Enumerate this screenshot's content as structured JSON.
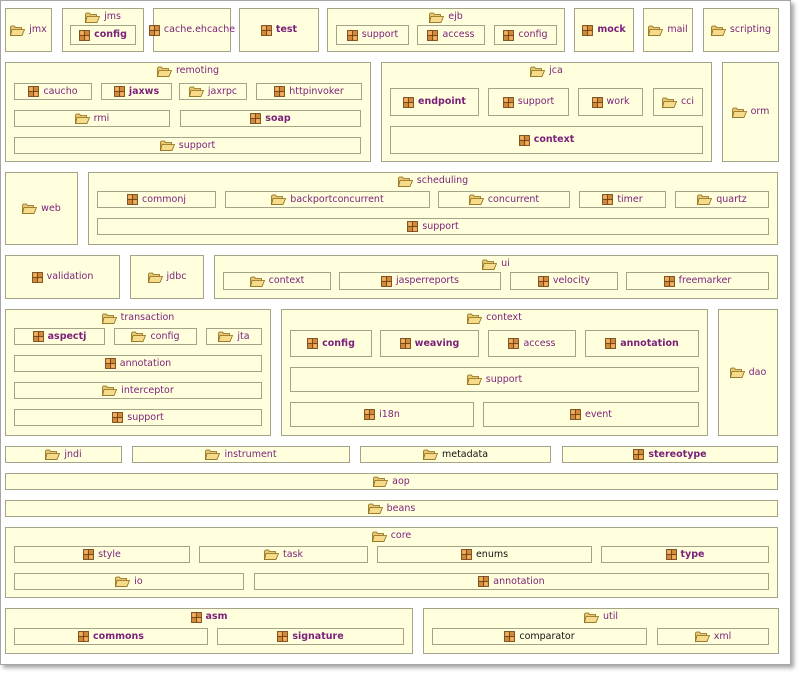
{
  "icon_names": {
    "folder": "folder-icon",
    "package": "package-icon"
  },
  "colors": {
    "box_fill": "#ffffdd",
    "box_border": "#a4a488",
    "label_purple": "#7a1f7a",
    "label_black": "#111111"
  },
  "packages": {
    "jmx": "jmx",
    "jms": "jms",
    "jms_config": "config",
    "cache_ehcache": "cache.ehcache",
    "test": "test",
    "ejb": "ejb",
    "ejb_support": "support",
    "ejb_access": "access",
    "ejb_config": "config",
    "mock": "mock",
    "mail": "mail",
    "scripting": "scripting",
    "remoting": "remoting",
    "caucho": "caucho",
    "jaxws": "jaxws",
    "jaxrpc": "jaxrpc",
    "httpinvoker": "httpinvoker",
    "rmi": "rmi",
    "soap": "soap",
    "remoting_support": "support",
    "jca": "jca",
    "endpoint": "endpoint",
    "jca_support": "support",
    "work": "work",
    "cci": "cci",
    "jca_context": "context",
    "orm": "orm",
    "web": "web",
    "scheduling": "scheduling",
    "commonj": "commonj",
    "backportconcurrent": "backportconcurrent",
    "concurrent": "concurrent",
    "timer": "timer",
    "quartz": "quartz",
    "scheduling_support": "support",
    "validation": "validation",
    "jdbc": "jdbc",
    "ui": "ui",
    "ui_context": "context",
    "jasperreports": "jasperreports",
    "velocity": "velocity",
    "freemarker": "freemarker",
    "transaction": "transaction",
    "aspectj": "aspectj",
    "tx_config": "config",
    "jta": "jta",
    "tx_annotation": "annotation",
    "interceptor": "interceptor",
    "tx_support": "support",
    "context": "context",
    "ctx_config": "config",
    "weaving": "weaving",
    "ctx_access": "access",
    "ctx_annotation": "annotation",
    "ctx_support": "support",
    "i18n": "i18n",
    "event": "event",
    "dao": "dao",
    "jndi": "jndi",
    "instrument": "instrument",
    "metadata": "metadata",
    "stereotype": "stereotype",
    "aop": "aop",
    "beans": "beans",
    "core": "core",
    "style": "style",
    "task": "task",
    "enums": "enums",
    "type": "type",
    "io": "io",
    "core_annotation": "annotation",
    "asm": "asm",
    "commons": "commons",
    "signature": "signature",
    "util": "util",
    "comparator": "comparator",
    "xml": "xml"
  }
}
